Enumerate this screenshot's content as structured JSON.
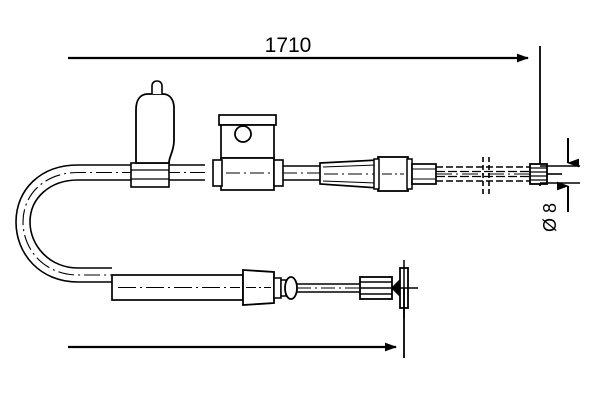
{
  "drawing": {
    "type": "engineering-line-drawing",
    "subject": "parking brake cable assembly",
    "background_color": "#ffffff",
    "line_color": "#000000",
    "dimensions": {
      "overall_length": {
        "label": "1710",
        "orientation": "horizontal",
        "position": "top",
        "arrow_end": "right"
      },
      "cable_diameter": {
        "label": "Ø 8",
        "orientation": "vertical-rotated",
        "position": "right",
        "arrow_ends": "both"
      },
      "lower_length": {
        "label": "",
        "orientation": "horizontal",
        "position": "bottom",
        "arrow_end": "right"
      }
    },
    "components": [
      {
        "name": "rubber-boot",
        "description": "protective bellows boot with top nipple"
      },
      {
        "name": "mounting-bracket",
        "description": "bracket block with circular mounting hole"
      },
      {
        "name": "cable-sheath-upper",
        "description": "upper outer cable sheath"
      },
      {
        "name": "adjuster-sleeve",
        "description": "cylindrical adjuster sleeve"
      },
      {
        "name": "threaded-rod",
        "description": "threaded adjustment rod with break symbol"
      },
      {
        "name": "end-fitting-right",
        "description": "right end terminal fitting"
      },
      {
        "name": "cable-bend",
        "description": "180 degree U-bend return loop"
      },
      {
        "name": "cable-sheath-lower",
        "description": "lower outer cable sheath"
      },
      {
        "name": "lower-adjuster",
        "description": "lower barrel adjuster with spring collar"
      },
      {
        "name": "end-fitting-lower",
        "description": "lower T-shaped terminal end"
      }
    ]
  }
}
